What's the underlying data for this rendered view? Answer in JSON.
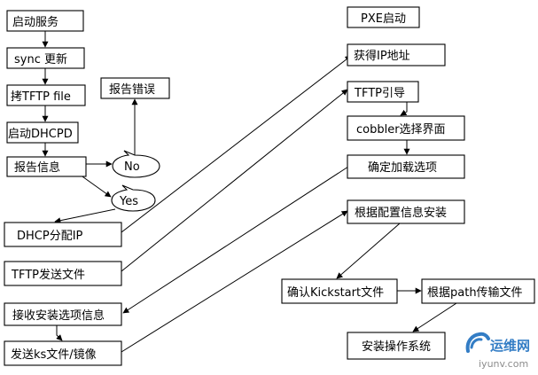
{
  "nodes": {
    "start_service": "启动服务",
    "sync_update": "sync 更新",
    "copy_tftp": "拷TFTP file",
    "start_dhcpd": "启动DHCPD",
    "report_info": "报告信息",
    "report_error": "报告错误",
    "no": "No",
    "yes": "Yes",
    "dhcp_assign": "DHCP分配IP",
    "tftp_send": "TFTP发送文件",
    "receive_options": "接收安装选项信息",
    "send_ks": "发送ks文件/镜像",
    "pxe_boot": "PXE启动",
    "get_ip": "获得IP地址",
    "tftp_boot": "TFTP引导",
    "cobbler_menu": "cobbler选择界面",
    "confirm_options": "确定加载选项",
    "install_by_config": "根据配置信息安装",
    "confirm_kickstart": "确认Kickstart文件",
    "transfer_by_path": "根据path传输文件",
    "install_os": "安装操作系统"
  },
  "watermark": {
    "name": "运维网",
    "url": "iyunv.com"
  },
  "colors": {
    "line": "#000000",
    "box_fill": "#ffffff",
    "watermark_blue": "#1e6fbf",
    "watermark_gray": "#808080"
  }
}
